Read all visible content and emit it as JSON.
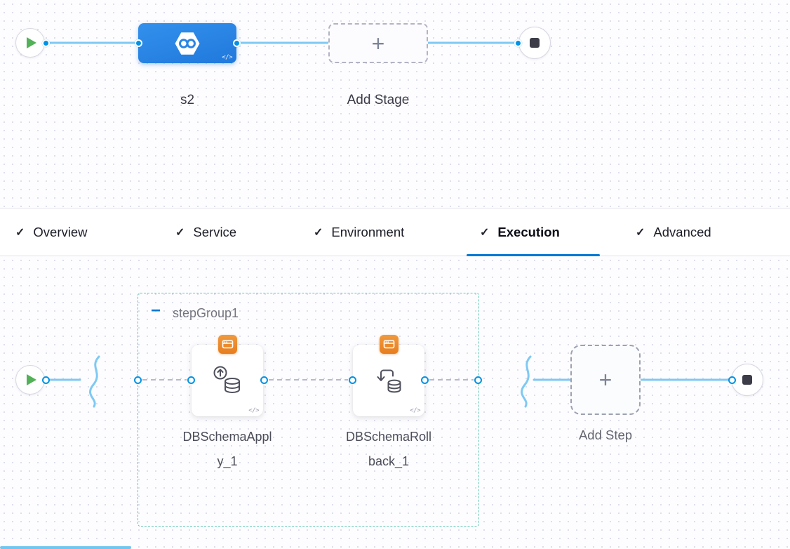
{
  "stage_canvas": {
    "stage": {
      "label": "s2",
      "code_icon": "</>"
    },
    "add_stage": {
      "label": "Add Stage",
      "plus": "+"
    }
  },
  "tabs": {
    "check": "✓",
    "active": "Execution",
    "items": [
      {
        "label": "Overview"
      },
      {
        "label": "Service"
      },
      {
        "label": "Environment"
      },
      {
        "label": "Execution"
      },
      {
        "label": "Advanced"
      }
    ]
  },
  "execution_canvas": {
    "step_group": {
      "label": "stepGroup1",
      "collapse": "−"
    },
    "steps": [
      {
        "label": "DBSchemaApply_1",
        "code_icon": "</>"
      },
      {
        "label": "DBSchemaRollback_1",
        "code_icon": "</>"
      }
    ],
    "add_step": {
      "label": "Add Step",
      "plus": "+"
    }
  },
  "colors": {
    "accent_blue": "#0278d5",
    "line_blue": "#7fc9f3",
    "node_blue": "#2b85e4",
    "badge_orange": "#ee8625",
    "group_teal": "#62c7b4",
    "play_green": "#53b158"
  }
}
